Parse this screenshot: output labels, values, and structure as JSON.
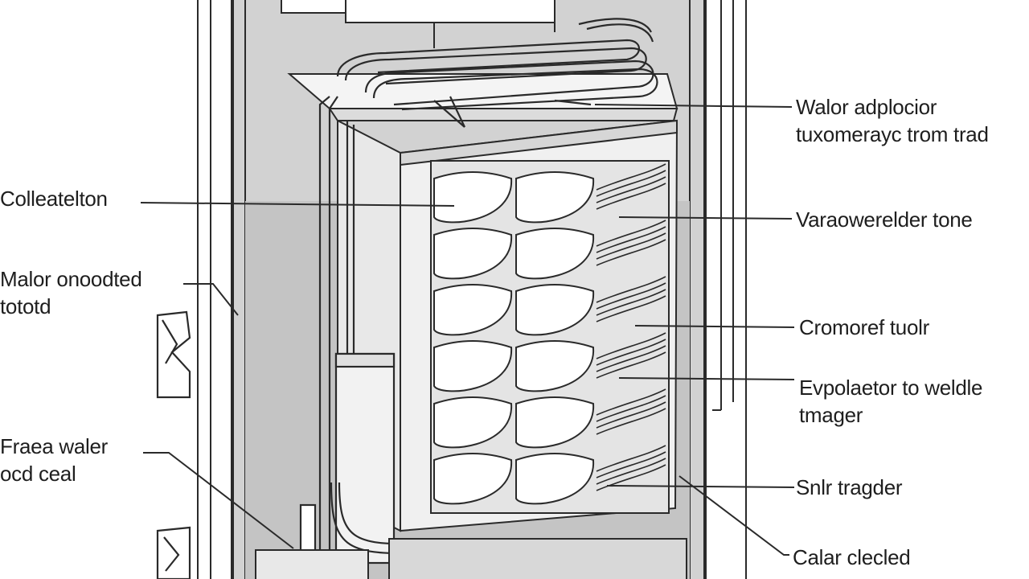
{
  "labels": {
    "water_adapter": {
      "line1": "Walor adplocior",
      "line2": "tuxomerayc trom trad"
    },
    "collection": "Colleatelton",
    "vapor_tone": "Varaowerelder tone",
    "water_channel": {
      "line1": "Malor onoodted",
      "line2": "tototd"
    },
    "chamber_tubing": "Cromoref tuolr",
    "evaporator": {
      "line1": "Evpolaetor to weldle",
      "line2": "tmager"
    },
    "fresh_water": {
      "line1": "Fraea waler",
      "line2": "ocd ceal"
    },
    "shelf": "Snlr tragder",
    "cold_ceiling": "Calar clecled"
  },
  "colors": {
    "cabinet_fill": "#cccccc",
    "panel_fill": "#e6e6e6",
    "line": "#2a2a2a",
    "cup_fill": "#ffffff"
  }
}
